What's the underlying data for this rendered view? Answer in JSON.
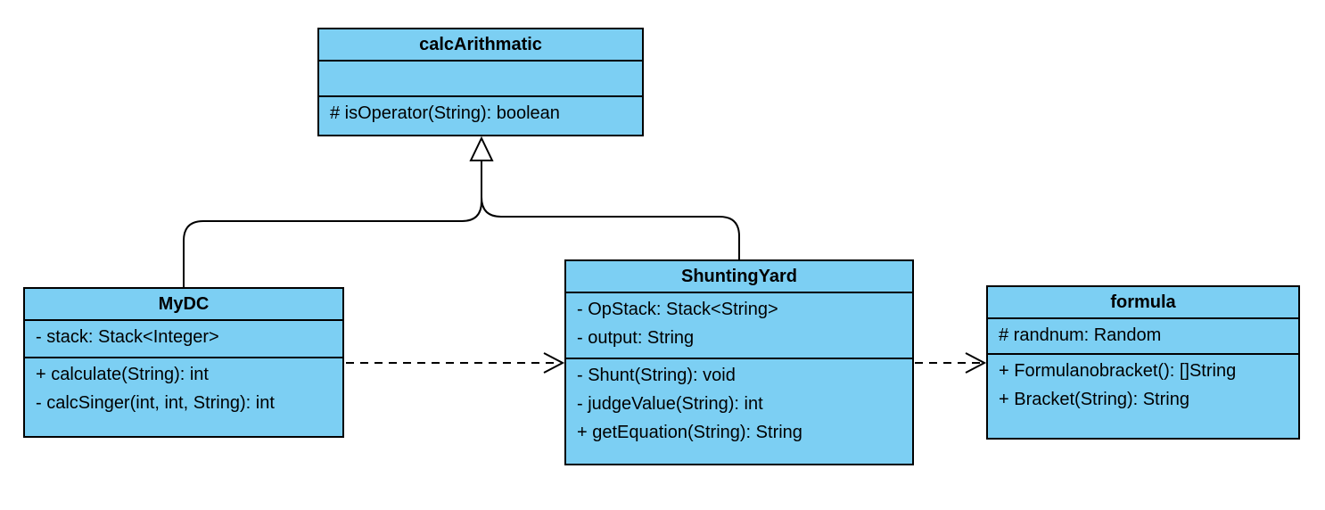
{
  "classes": {
    "calcArithmatic": {
      "name": "calcArithmatic",
      "attributes": [],
      "operations": [
        "# isOperator(String): boolean"
      ]
    },
    "MyDC": {
      "name": "MyDC",
      "attributes": [
        "- stack: Stack<Integer>"
      ],
      "operations": [
        "+ calculate(String): int",
        "- calcSinger(int, int, String): int"
      ]
    },
    "ShuntingYard": {
      "name": "ShuntingYard",
      "attributes": [
        "- OpStack: Stack<String>",
        "- output: String"
      ],
      "operations": [
        "- Shunt(String): void",
        "- judgeValue(String): int",
        "+ getEquation(String): String"
      ]
    },
    "formula": {
      "name": "formula",
      "attributes": [
        "# randnum: Random"
      ],
      "operations": [
        "+ Formulanobracket(): []String",
        "+ Bracket(String): String"
      ]
    }
  },
  "colors": {
    "class_fill": "#7ccff3",
    "border": "#000000",
    "background": "#ffffff"
  }
}
